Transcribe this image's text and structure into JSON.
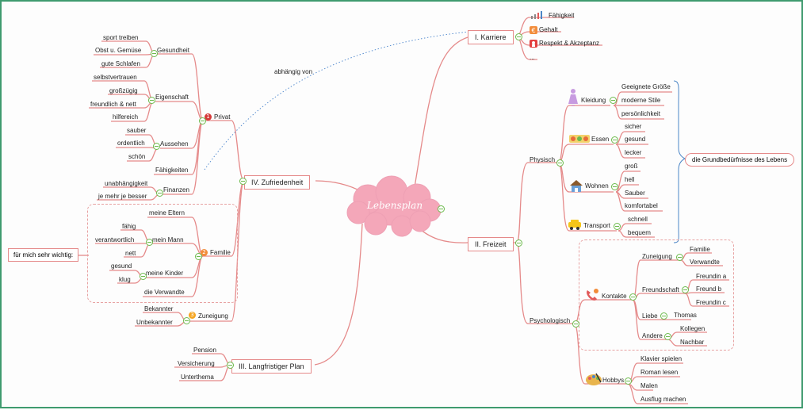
{
  "center": {
    "label": "Lebensplan"
  },
  "branch1": {
    "label": "I. Karriere",
    "items": [
      "Fähigkeit",
      "Gehalt",
      "Respekt & Akzeptanz",
      "..."
    ]
  },
  "branch2": {
    "label": "II. Freizeit",
    "physisch": {
      "label": "Physisch",
      "kleidung": {
        "label": "Kleidung",
        "items": [
          "Geeignete Größe",
          "moderne Stile",
          "persönlichkeit"
        ]
      },
      "essen": {
        "label": "Essen",
        "items": [
          "sicher",
          "gesund",
          "lecker"
        ]
      },
      "wohnen": {
        "label": "Wohnen",
        "items": [
          "groß",
          "hell",
          "Sauber",
          "komfortabel"
        ]
      },
      "transport": {
        "label": "Transport",
        "items": [
          "schnell",
          "bequem"
        ]
      },
      "summary": "die Grundbedürfnisse des Lebens"
    },
    "psychologisch": {
      "label": "Psychologisch",
      "kontakte": {
        "label": "Kontakte",
        "zuneigung": {
          "label": "Zuneigung",
          "items": [
            "Familie",
            "Verwandte"
          ]
        },
        "freundschaft": {
          "label": "Freundschaft",
          "items": [
            "Freundin a",
            "Freund b",
            "Freundin c"
          ]
        },
        "liebe": {
          "label": "Liebe",
          "items": [
            "Thomas"
          ]
        },
        "andere": {
          "label": "Andere",
          "items": [
            "Kollegen",
            "Nachbar"
          ]
        }
      },
      "hobbys": {
        "label": "Hobbys",
        "items": [
          "Klavier spielen",
          "Roman lesen",
          "Malen",
          "Ausflug machen"
        ]
      }
    }
  },
  "branch3": {
    "label": "III. Langfristiger Plan",
    "items": [
      "Pension",
      "Versicherung",
      "Unterthema"
    ]
  },
  "branch4": {
    "label": "IV. Zufriedenheit",
    "privat": {
      "label": "Privat",
      "badge": "1",
      "gesundheit": {
        "label": "Gesundheit",
        "items": [
          "sport treiben",
          "Obst u. Gemüse",
          "gute Schlafen"
        ]
      },
      "eigenschaft": {
        "label": "Eigenschaft",
        "items": [
          "selbstvertrauen",
          "großzügig",
          "freundlich & nett",
          "hilfereich"
        ]
      },
      "aussehen": {
        "label": "Aussehen",
        "items": [
          "sauber",
          "ordentlich",
          "schön"
        ]
      },
      "faehigkeiten": "Fähigkeiten",
      "finanzen": {
        "label": "Finanzen",
        "items": [
          "unabhängigkeit",
          "je mehr je besser"
        ]
      }
    },
    "familie": {
      "label": "Familie",
      "badge": "2",
      "eltern": "meine Eltern",
      "mann": {
        "label": "mein Mann",
        "items": [
          "fähig",
          "verantwortlich",
          "nett"
        ]
      },
      "kinder": {
        "label": "meine Kinder",
        "items": [
          "gesund",
          "klug"
        ]
      },
      "verwandte": "die Verwandte",
      "callout": "für mich sehr wichtig:"
    },
    "zuneigung": {
      "label": "Zuneigung",
      "badge": "3",
      "items": [
        "Bekannter",
        "Unbekannter"
      ]
    }
  },
  "relation": {
    "label": "abhängig von"
  },
  "colors": {
    "line": "#e58a8a",
    "cloud": "#f4a7b9",
    "border": "#3f9b6f",
    "minus": "#6cba4c"
  }
}
